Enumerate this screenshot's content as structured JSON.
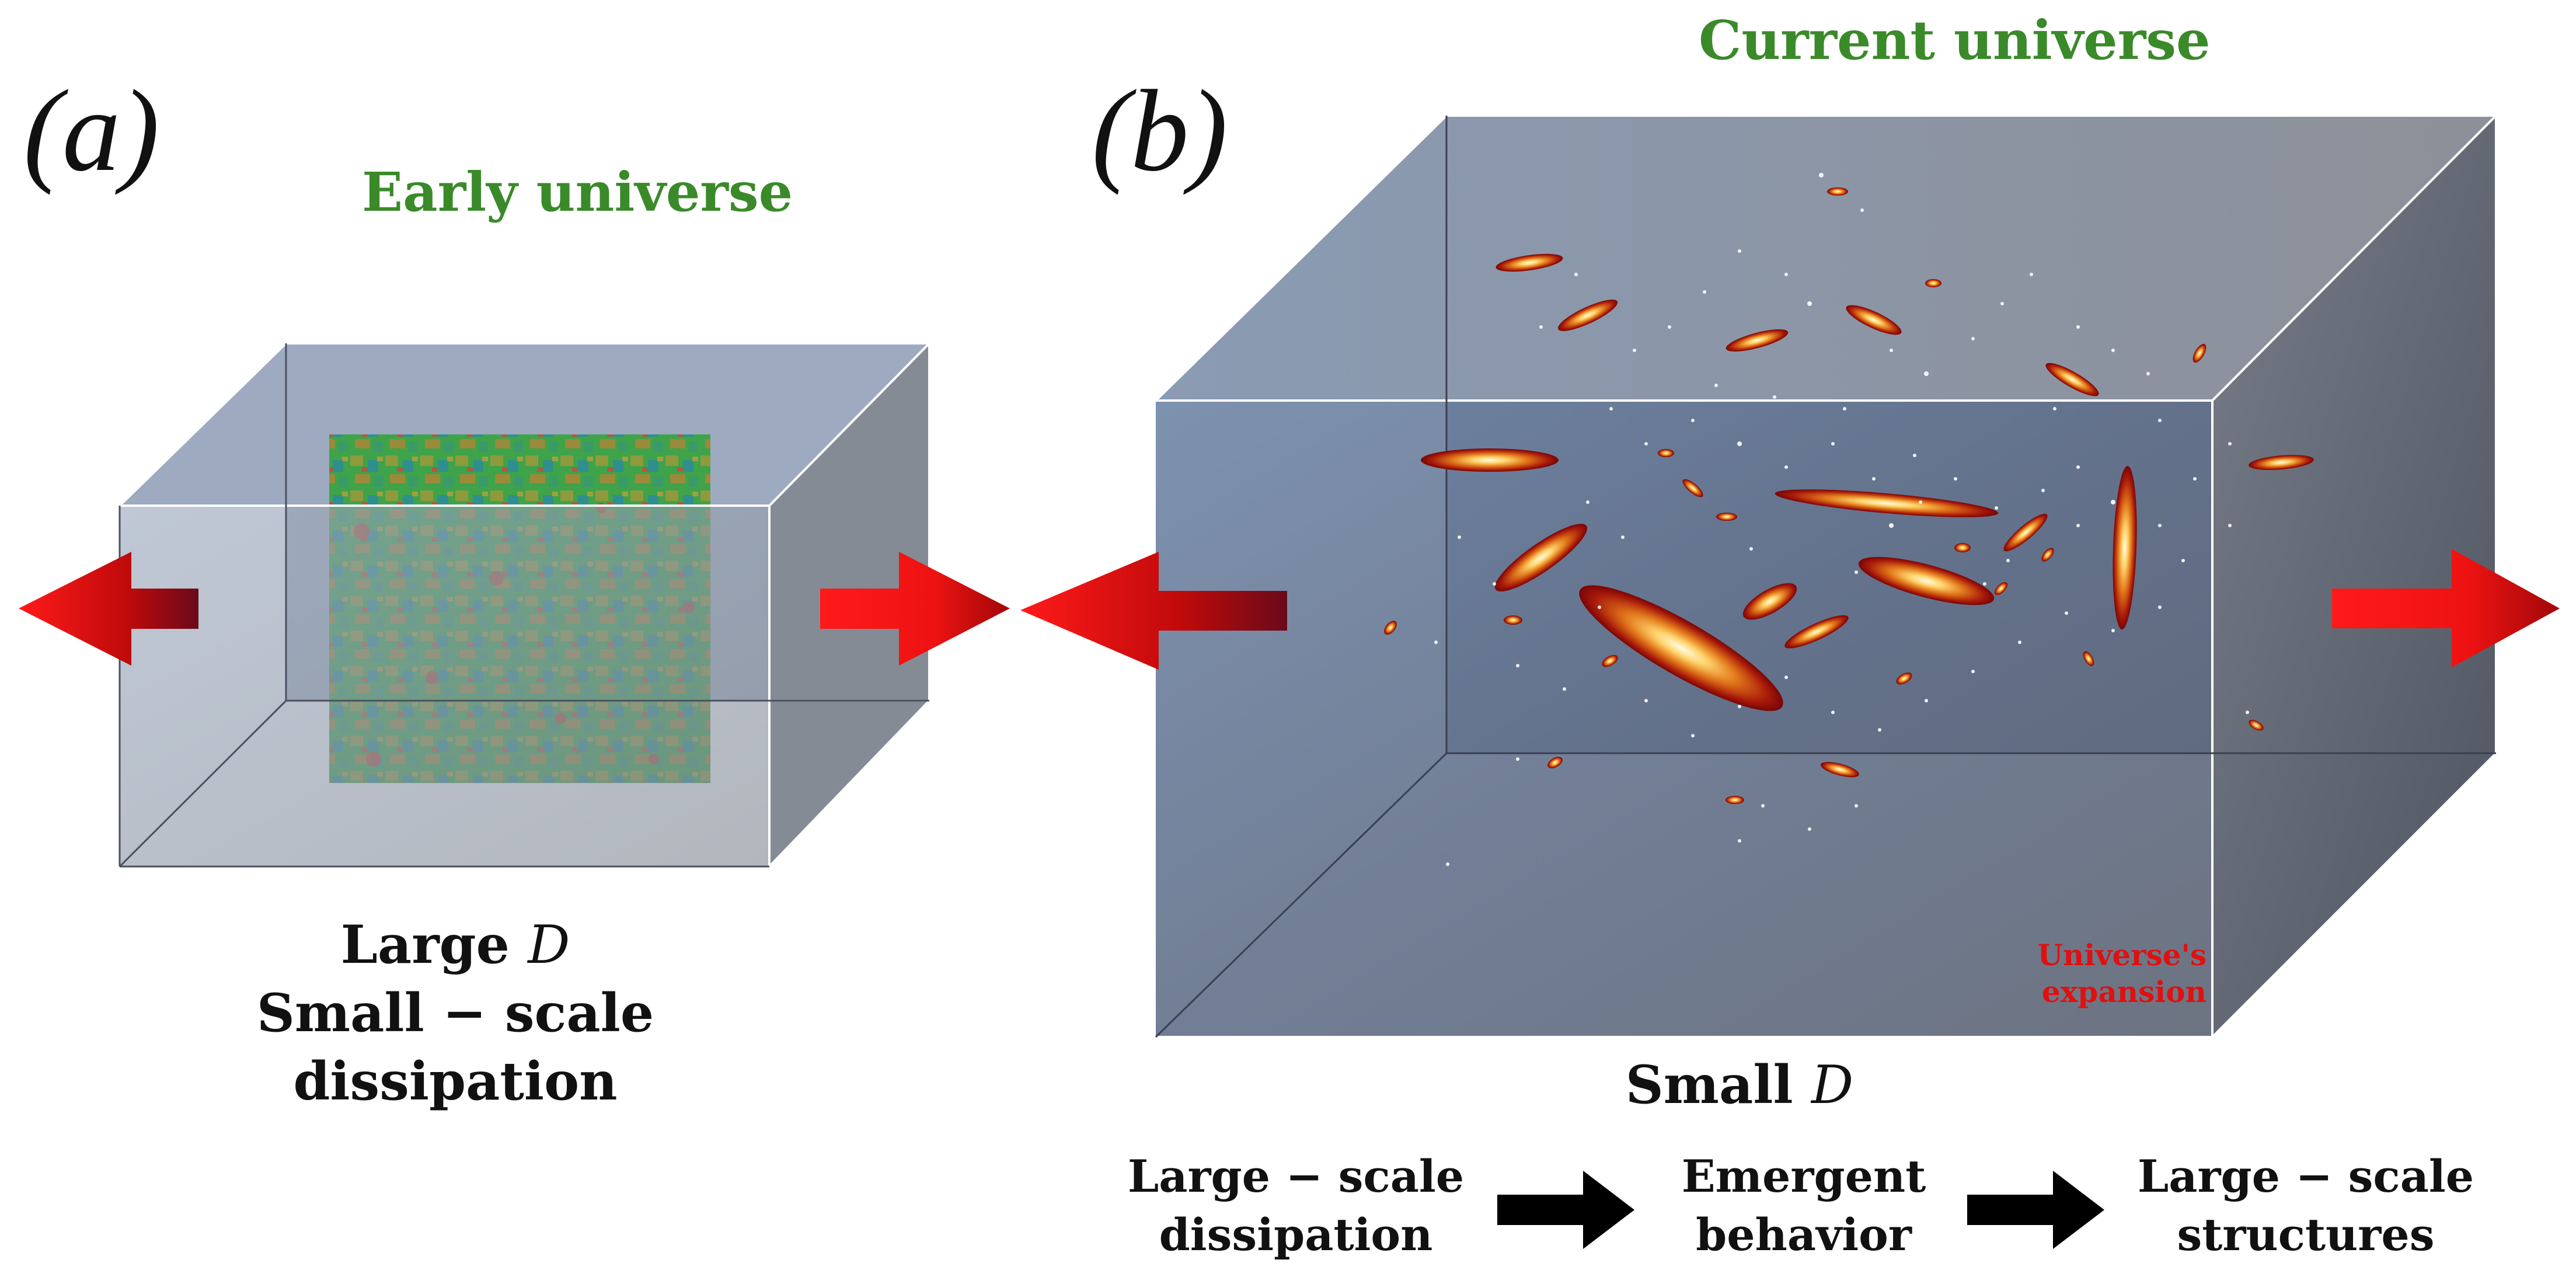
{
  "panel_a": {
    "label": "(a)",
    "title": "Early universe",
    "caption_line1_prefix": "Large ",
    "caption_var": "D",
    "caption_line2": "Small − scale",
    "caption_line3": "dissipation"
  },
  "panel_b": {
    "label": "(b)",
    "title": "Current universe",
    "caption_prefix": "Small ",
    "caption_var": "D",
    "expansion_line1": "Universe's",
    "expansion_line2": "expansion"
  },
  "flow": {
    "step1_line1": "Large − scale",
    "step1_line2": "dissipation",
    "step2_line1": "Emergent",
    "step2_line2": "behavior",
    "step3_line1": "Large − scale",
    "step3_line2": "structures"
  },
  "colors": {
    "title_green": "#3a8a2a",
    "arrow_red": "#e81010",
    "expansion_red": "#e01010",
    "box_face": "#6d7f98"
  },
  "icons": [
    "expansion-arrow-icon",
    "flow-arrow-icon",
    "galaxy-icon"
  ]
}
